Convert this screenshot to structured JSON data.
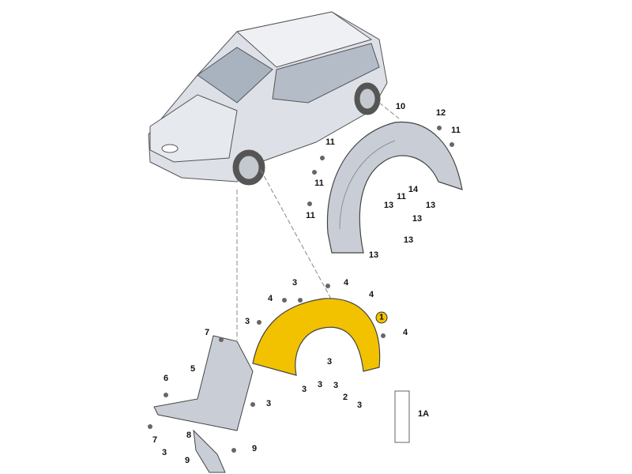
{
  "title": "Wheel housing liner exploded parts diagram",
  "colors": {
    "highlight": "#f2c200",
    "part_gray": "#c9ced6",
    "line": "#333333"
  },
  "upper_labels": [
    "10",
    "12",
    "11",
    "11",
    "11",
    "14",
    "11",
    "13",
    "13",
    "13",
    "13",
    "13",
    "11"
  ],
  "lower_labels": [
    "3",
    "4",
    "4",
    "4",
    "3",
    "4",
    "7",
    "3",
    "5",
    "6",
    "3",
    "3",
    "3",
    "2",
    "3",
    "3",
    "1A",
    "8",
    "7",
    "3",
    "9",
    "9"
  ],
  "highlight_label": "1"
}
